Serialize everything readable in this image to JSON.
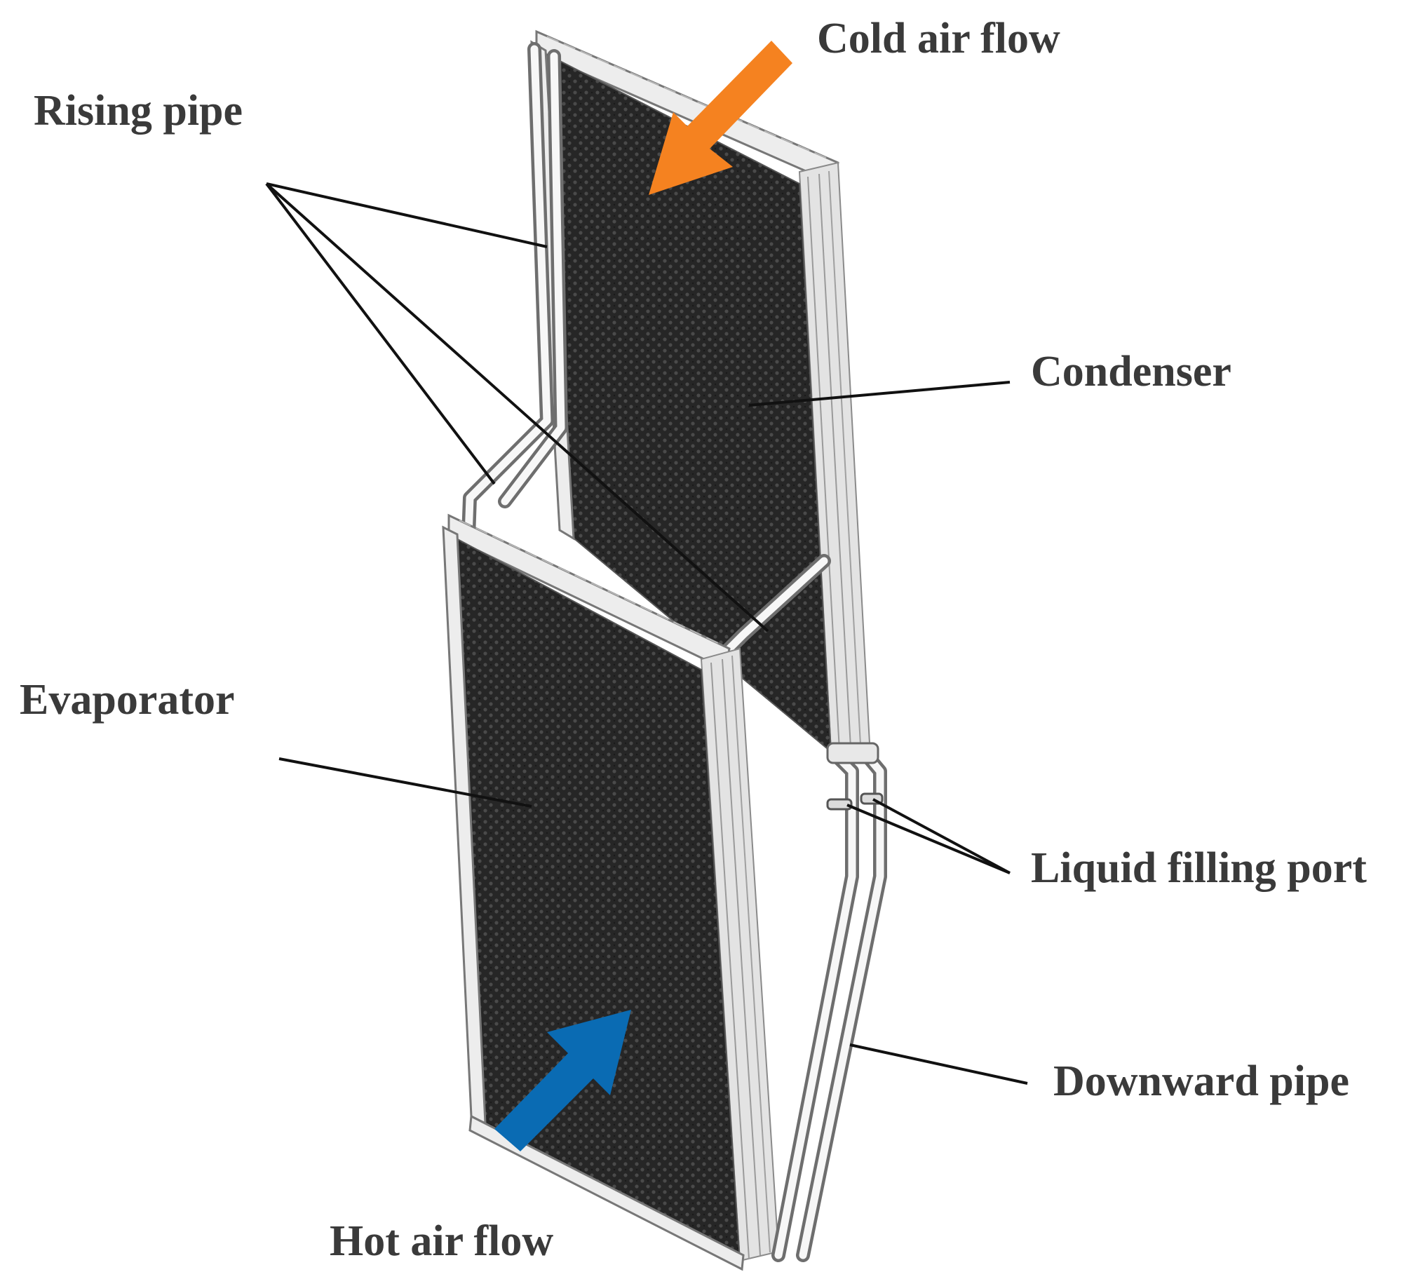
{
  "labels": {
    "cold_air_flow": "Cold air flow",
    "rising_pipe": "Rising pipe",
    "condenser": "Condenser",
    "evaporator": "Evaporator",
    "liquid_filling_port": "Liquid filling port",
    "downward_pipe": "Downward pipe",
    "hot_air_flow": "Hot air flow"
  },
  "colors": {
    "cold_arrow": "#f58220",
    "hot_arrow": "#0a6bb3",
    "core": "#2a2a2a",
    "label_text": "#3a3a3a"
  },
  "icons": {
    "cold_arrow": "arrow-down-left-icon",
    "hot_arrow": "arrow-up-right-icon"
  }
}
